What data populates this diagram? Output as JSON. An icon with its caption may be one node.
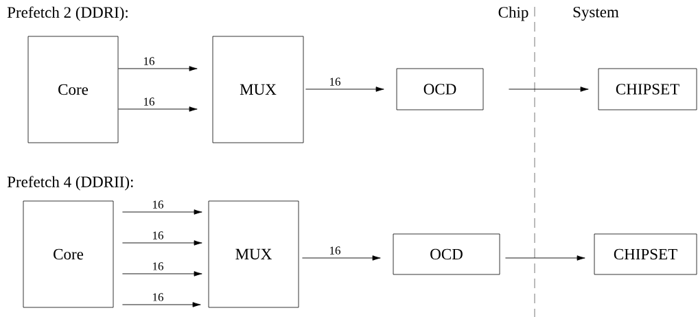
{
  "diagram": {
    "nodes": [
      {
        "text": [
          "Core"
        ]
      },
      {
        "text": [
          "MUX"
        ]
      },
      {
        "text": [
          "OCD"
        ]
      },
      {
        "text": [
          "CHIPSET"
        ]
      },
      {
        "text": [
          "Core"
        ]
      },
      {
        "text": [
          "MUX"
        ]
      },
      {
        "text": [
          "OCD"
        ]
      },
      {
        "text": [
          "CHIPSET"
        ]
      }
    ],
    "edges": [
      {
        "from": 0,
        "to": 1,
        "arrow": "to",
        "label": "16"
      },
      {
        "from": 0,
        "to": 1,
        "arrow": "to",
        "label": "16"
      },
      {
        "from": 1,
        "to": 2,
        "arrow": "to",
        "label": "16"
      },
      {
        "from": 2,
        "to": 3,
        "arrow": "to"
      },
      {
        "from": 4,
        "to": 5,
        "arrow": "to",
        "label": "16"
      },
      {
        "from": 4,
        "to": 5,
        "arrow": "to",
        "label": "16"
      },
      {
        "from": 4,
        "to": 5,
        "arrow": "to",
        "label": "16"
      },
      {
        "from": 4,
        "to": 5,
        "arrow": "to",
        "label": "16"
      },
      {
        "from": 5,
        "to": 6,
        "arrow": "to",
        "label": "16"
      },
      {
        "from": 6,
        "to": 7,
        "arrow": "to"
      }
    ],
    "labels": [
      "Prefetch 2 (DDRI):",
      "Chip",
      "System",
      "Prefetch 4 (DDRII):"
    ]
  }
}
